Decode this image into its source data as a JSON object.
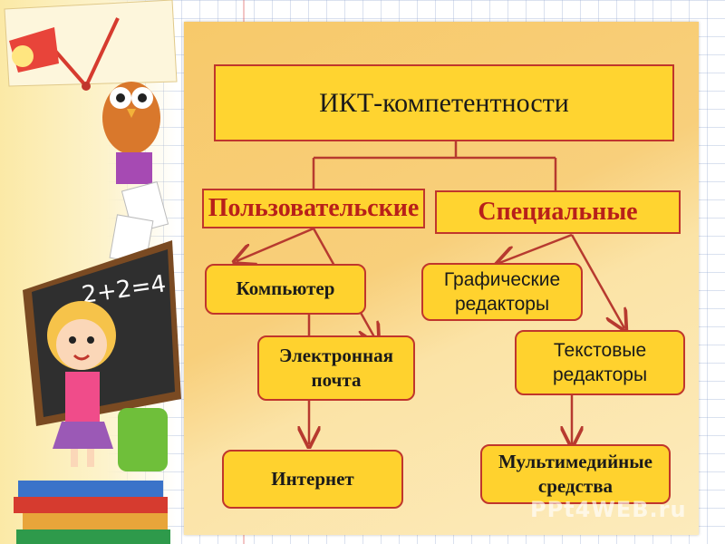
{
  "diagram": {
    "title": "ИКТ-компетентности",
    "categories": [
      {
        "label": "Пользовательские"
      },
      {
        "label": "Специальные"
      }
    ],
    "user_items": [
      {
        "label": "Компьютер"
      },
      {
        "label": "Электронная\nпочта"
      },
      {
        "label": "Интернет"
      }
    ],
    "special_items": [
      {
        "label": "Графические\nредакторы"
      },
      {
        "label": "Текстовые\nредакторы"
      },
      {
        "label": "Мультимедийные\nсредства"
      }
    ]
  },
  "watermark": "PPt4WEB.ru",
  "colors": {
    "box_fill": "#ffd430",
    "box_border": "#c0362c",
    "category_text": "#b8201a",
    "connector": "#b73a2f"
  },
  "decoration": {
    "blackboard_text": "2+2=4"
  }
}
